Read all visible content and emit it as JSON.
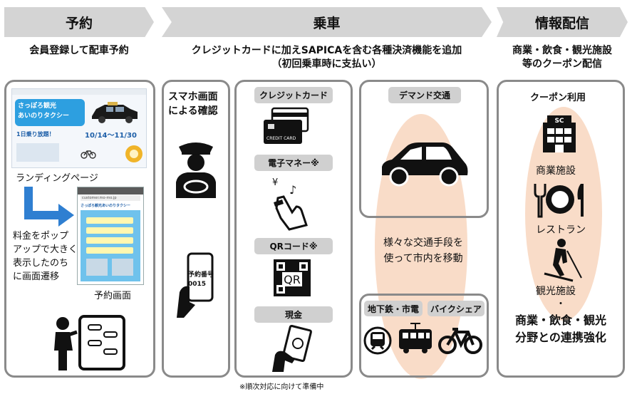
{
  "sections": [
    {
      "title": "予約",
      "subtitle": "会員登録して配車予約"
    },
    {
      "title": "乗車",
      "subtitle_line1": "クレジットカードに加えSAPICAを含む各種決済機能を追加",
      "subtitle_line2": "（初回乗車時に支払い）"
    },
    {
      "title": "情報配信",
      "subtitle_line1": "商業・飲食・観光施設",
      "subtitle_line2": "等のクーポン配信"
    }
  ],
  "reservation": {
    "landing_label": "ランディングページ",
    "desc_lines": [
      "料金をポップ",
      "アップで大きく",
      "表示したのち",
      "に画面遷移"
    ],
    "screen_label": "予約画面",
    "lp_brand_line1": "さっぽろ観光",
    "lp_brand_line2": "あいのりタクシー",
    "lp_day_pass": "1日乗り放題！",
    "lp_period": "10/14〜11/30",
    "phone_url": "customer.mo-mo.jp",
    "phone_header": "さっぽろ観光あいのりタクシー"
  },
  "ride": {
    "smartphone_confirm_line1": "スマホ画面",
    "smartphone_confirm_line2": "による確認",
    "phone_text_line1": "予約番号",
    "phone_text_line2": "0015",
    "payments": [
      "クレジットカード",
      "電子マネー※",
      "QRコード※",
      "現金"
    ],
    "card_text": "CREDIT CARD",
    "qr_text": "QR",
    "yen_symbol": "¥",
    "note": "※順次対応に向けて準備中"
  },
  "transport": {
    "demand_label": "デマンド交通",
    "move_line1": "様々な交通手段を",
    "move_line2": "使って市内を移動",
    "subway_label": "地下鉄・市電",
    "bike_label": "バイクシェア"
  },
  "info": {
    "coupon_label": "クーポン利用",
    "shop_sign": "SC",
    "facilities": [
      "商業施設",
      "レストラン",
      "観光施設"
    ],
    "middle_dot": "・",
    "strength_line1": "商業・飲食・観光",
    "strength_line2": "分野との連携強化"
  },
  "colors": {
    "header_gray": "#d4d4d4",
    "panel_border": "#8a8a8a",
    "pill_gray": "#d0d0d0",
    "peach": "#f9dcc8",
    "arrow_blue": "#2f7fd1"
  }
}
